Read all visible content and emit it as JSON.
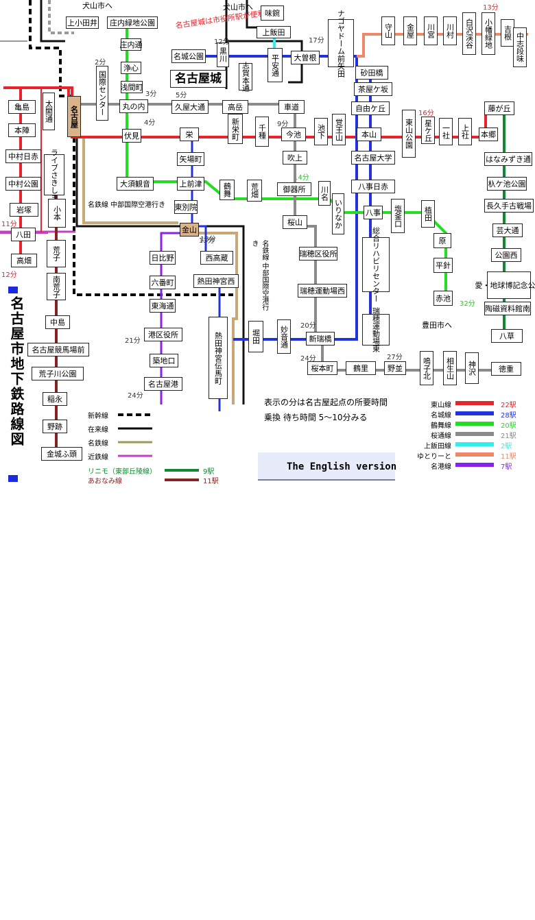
{
  "map": {
    "title": "名古屋市地下鉄路線図",
    "note1": "表示の分は名古屋起点の所要時間",
    "note2": "乗換 待ち時間 5～10分みる",
    "castle_note": "名古屋城は市役所駅が便利",
    "english_link": "The English version",
    "dest_inuyama_1": "犬山市へ",
    "dest_inuyama_2": "犬山市へ",
    "dest_toyota": "豊田市へ",
    "meitetsu_airport_1": "名鉄線 中部国際空港行き",
    "meitetsu_airport_2": "名鉄線 中部国際空港行き",
    "minutes": [
      "12分",
      "17分",
      "13分",
      "2分",
      "3分",
      "4分",
      "5分",
      "9分",
      "16分",
      "14分",
      "11分",
      "12分",
      "13分",
      "20分",
      "21分",
      "24分",
      "24分",
      "27分",
      "32分",
      "13分"
    ]
  },
  "legend_lines": [
    {
      "name": "東山線",
      "count": "22駅",
      "color": "#e8232b"
    },
    {
      "name": "名城線",
      "count": "28駅",
      "color": "#2233dd"
    },
    {
      "name": "鶴舞線",
      "count": "20駅",
      "color": "#22dd22"
    },
    {
      "name": "桜通線",
      "count": "21駅",
      "color": "#8a8a8a"
    },
    {
      "name": "上飯田線",
      "count": "2駅",
      "color": "#33eeee"
    },
    {
      "name": "ゆとりーと",
      "count": "11駅",
      "color": "#ee8866"
    },
    {
      "name": "名港線",
      "count": "7駅",
      "color": "#8822ee"
    }
  ],
  "legend_other": [
    {
      "name": "新幹線",
      "count": ""
    },
    {
      "name": "在来線",
      "count": ""
    },
    {
      "name": "名鉄線",
      "count": ""
    },
    {
      "name": "近鉄線",
      "count": ""
    },
    {
      "name": "リニモ（東部丘陵線）",
      "count": "9駅",
      "color": "#118833"
    },
    {
      "name": "あおなみ線",
      "count": "11駅",
      "color": "#882222"
    }
  ],
  "stations": [
    "名古屋",
    "亀島",
    "本陣",
    "中村日赤",
    "中村公園",
    "岩塚",
    "八田",
    "高畑",
    "ライブさきしま",
    "小本",
    "荒子",
    "南荒子",
    "中島",
    "名古屋競馬場前",
    "荒子川公園",
    "稲永",
    "野跡",
    "金城ふ頭",
    "太閤通",
    "上小田井",
    "庄内緑地公園",
    "庄内通",
    "浄心",
    "浅間町",
    "国際センター",
    "丸の内",
    "伏見",
    "大須観音",
    "上前津",
    "東別院",
    "金山",
    "名城公園",
    "黒川",
    "志賀本通",
    "平安通",
    "上飯田",
    "味鋺",
    "大曽根",
    "ナゴヤドーム前矢田",
    "砂田橋",
    "茶屋ケ坂",
    "自由ケ丘",
    "名古屋城",
    "久屋大通",
    "高岳",
    "車道",
    "栄",
    "新栄町",
    "千種",
    "今池",
    "池下",
    "覚王山",
    "本山",
    "東山公園",
    "星ケ丘",
    "一社",
    "上社",
    "本郷",
    "藤が丘",
    "矢場町",
    "鶴舞",
    "荒畑",
    "御器所",
    "川名",
    "いりなか",
    "八事",
    "塩釜口",
    "植田",
    "原",
    "平針",
    "赤池",
    "吹上",
    "桜山",
    "瑞穂区役所",
    "瑞穂運動場西",
    "新瑞橋",
    "桜本町",
    "鶴里",
    "野並",
    "鳴子北",
    "相生山",
    "神沢",
    "徳重",
    "名古屋大学",
    "八事日赤",
    "総合リハビリセンター",
    "瑞穂運動場東",
    "妙音通",
    "堀田",
    "日比野",
    "六番町",
    "東海通",
    "港区役所",
    "築地口",
    "名古屋港",
    "西高蔵",
    "熱田神宮西",
    "熱田神宮伝馬町",
    "守山",
    "金屋",
    "川宮",
    "川村",
    "白沢渓谷",
    "小幡緑地",
    "吉根",
    "中志段味",
    "はなみずき通",
    "杁ケ池公園",
    "長久手古戦場",
    "芸大通",
    "公園西",
    "愛・地球博記念公園",
    "陶磁資料館南",
    "八草"
  ]
}
